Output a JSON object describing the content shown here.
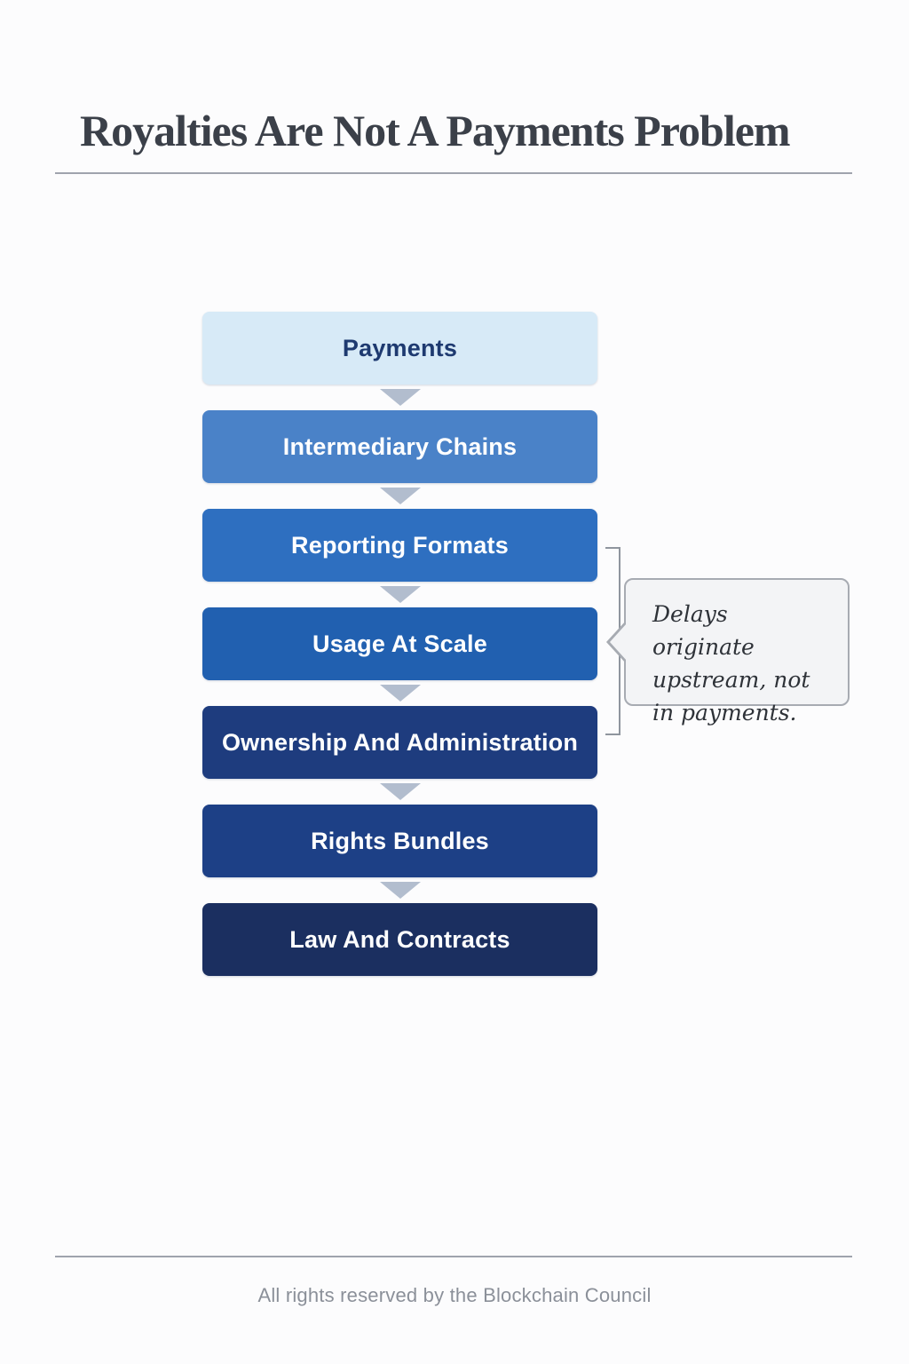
{
  "page": {
    "title": "Royalties Are Not A Payments Problem",
    "footer": "All rights reserved by the Blockchain Council",
    "divider_color": "#9fa3ad"
  },
  "flow": {
    "arrow_color": "#b2bdce",
    "boxes": [
      {
        "label": "Payments",
        "bg": "#d7eaf7",
        "text_color": "#1e3a70"
      },
      {
        "label": "Intermediary Chains",
        "bg": "#4a82c8",
        "text_color": "#ffffff"
      },
      {
        "label": "Reporting Formats",
        "bg": "#2e6fc0",
        "text_color": "#ffffff"
      },
      {
        "label": "Usage At Scale",
        "bg": "#2160b0",
        "text_color": "#ffffff"
      },
      {
        "label": "Ownership And Administration",
        "bg": "#1e3c7e",
        "text_color": "#ffffff"
      },
      {
        "label": "Rights Bundles",
        "bg": "#1d4086",
        "text_color": "#ffffff"
      },
      {
        "label": "Law And Contracts",
        "bg": "#1b2f60",
        "text_color": "#ffffff"
      }
    ]
  },
  "callout": {
    "text": "Delays originate upstream, not in payments.",
    "bg": "#f3f4f6",
    "border_color": "#a7abb2",
    "bracket_color": "#8f959e"
  }
}
